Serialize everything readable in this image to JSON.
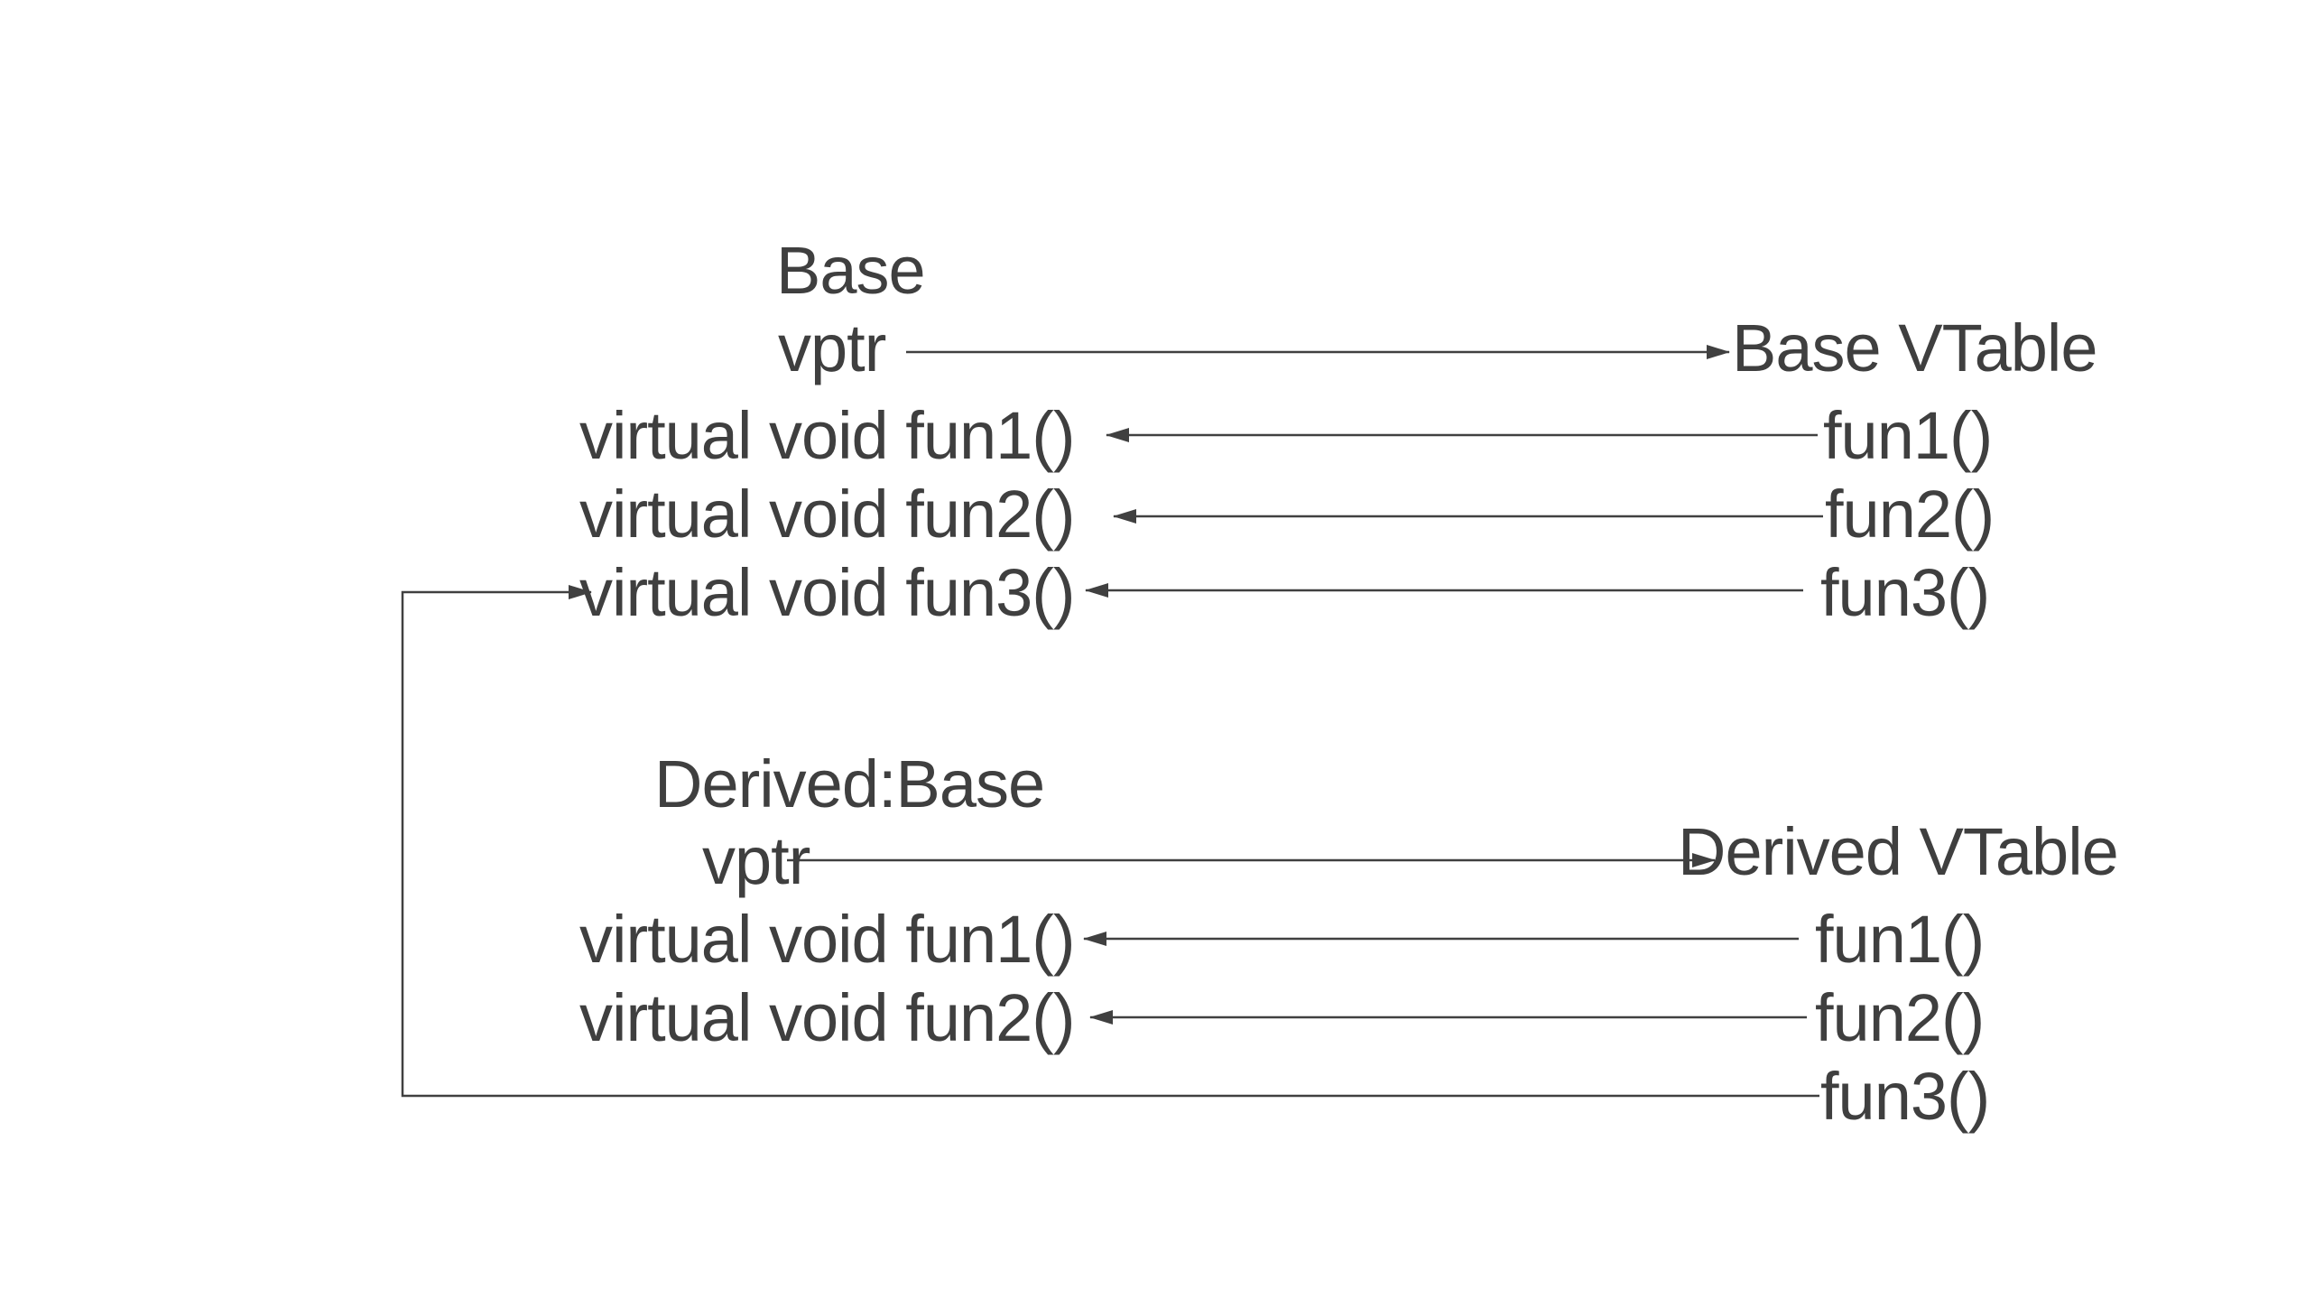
{
  "diagram": {
    "title_semantic": "C++ virtual table (vtable) layout for Base and Derived classes",
    "colors": {
      "background": "#ffffff",
      "text": "#3f3f3f",
      "line": "#404040"
    },
    "base_class": {
      "title": "Base",
      "vptr_label": "vptr",
      "methods": [
        "virtual void fun1()",
        "virtual void fun2()",
        "virtual void fun3()"
      ]
    },
    "base_vtable": {
      "title": "Base VTable",
      "entries": [
        "fun1()",
        "fun2()",
        "fun3()"
      ]
    },
    "derived_class": {
      "title": "Derived:Base",
      "vptr_label": "vptr",
      "methods": [
        "virtual void fun1()",
        "virtual void fun2()"
      ]
    },
    "derived_vtable": {
      "title": "Derived VTable",
      "entries": [
        "fun1()",
        "fun2()",
        "fun3()"
      ]
    },
    "connectors": [
      "base.vptr -> base_vtable.title",
      "base_vtable.fun1 -> base.fun1",
      "base_vtable.fun2 -> base.fun2",
      "base_vtable.fun3 -> base.fun3",
      "derived.vptr -> derived_vtable.title",
      "derived_vtable.fun1 -> derived.fun1",
      "derived_vtable.fun2 -> derived.fun2",
      "derived_vtable.fun3 -> base.fun3"
    ]
  }
}
